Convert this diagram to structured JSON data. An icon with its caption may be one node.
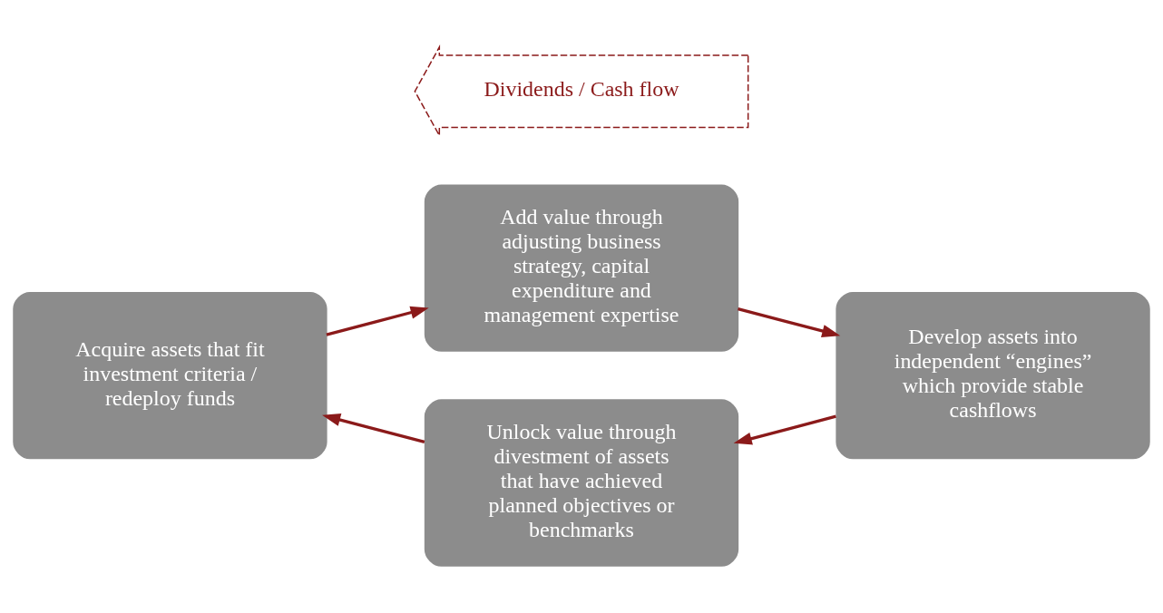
{
  "diagram": {
    "nodes": [
      {
        "text": [
          "Acquire assets that fit investment criteria / redeploy funds"
        ]
      },
      {
        "text": [
          "Add value through adjusting business strategy, capital expenditure and management expertise"
        ]
      },
      {
        "text": [
          "Develop assets into independent “engines” which provide stable cashflows"
        ]
      },
      {
        "text": [
          "Unlock value through divestment of assets that have achieved planned objectives or benchmarks"
        ]
      },
      {
        "text": [
          "Dividends / Cash flow"
        ]
      }
    ],
    "edges": [
      {
        "from": 0,
        "to": 1,
        "arrow": "to"
      },
      {
        "from": 1,
        "to": 2,
        "arrow": "to"
      },
      {
        "from": 2,
        "to": 3,
        "arrow": "to"
      },
      {
        "from": 3,
        "to": 0,
        "arrow": "to"
      }
    ]
  }
}
